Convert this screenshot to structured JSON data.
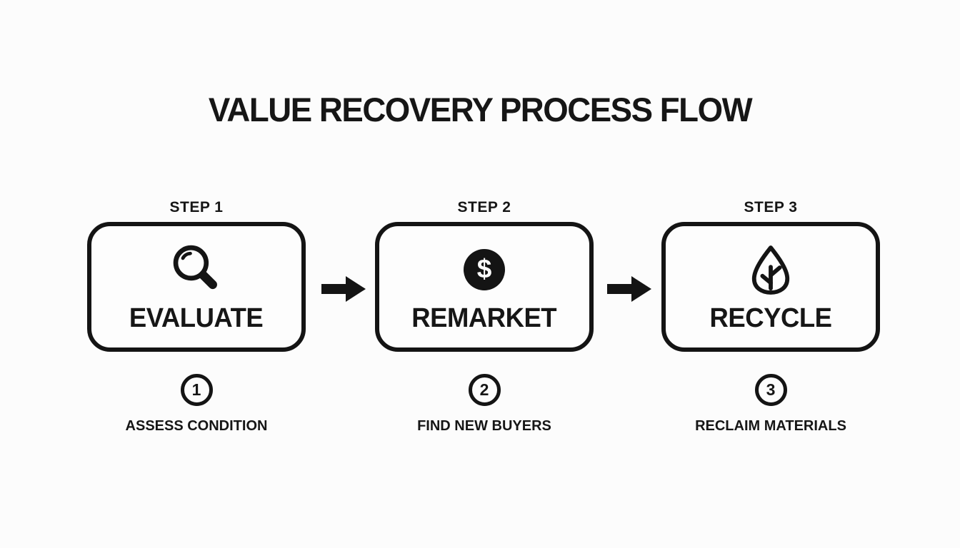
{
  "title": "VALUE RECOVERY PROCESS FLOW",
  "colors": {
    "ink": "#141414",
    "background": "#fcfcfc",
    "dollar_badge_bg": "#141414",
    "dollar_badge_fg": "#ffffff"
  },
  "steps": [
    {
      "step_label": "STEP 1",
      "name": "EVALUATE",
      "icon": "magnifier-icon",
      "number": "1",
      "caption": "ASSESS CONDITION"
    },
    {
      "step_label": "STEP 2",
      "name": "REMARKET",
      "icon": "dollar-icon",
      "icon_glyph": "$",
      "number": "2",
      "caption": "FIND NEW BUYERS"
    },
    {
      "step_label": "STEP 3",
      "name": "RECYCLE",
      "icon": "leaf-icon",
      "number": "3",
      "caption": "RECLAIM MATERIALS"
    }
  ],
  "connectors": {
    "type": "right-arrow",
    "count": 2
  }
}
